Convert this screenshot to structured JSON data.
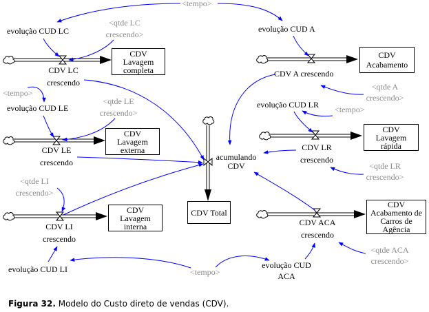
{
  "caption": {
    "label": "Figura 32.",
    "text": " Modelo do Custo direto de vendas (CDV)."
  },
  "colors": {
    "link": "#0000ff",
    "shadow_variable": "#8a8a8a",
    "stock_border": "#000000"
  },
  "stocks": {
    "lc": [
      "CDV",
      "Lavagem",
      "completa"
    ],
    "le": [
      "CDV",
      "Lavagem",
      "externa"
    ],
    "li": [
      "CDV",
      "Lavagem",
      "interna"
    ],
    "a": [
      "CDV",
      "Acabamento"
    ],
    "lr": [
      "CDV",
      "Lavagem",
      "rápida"
    ],
    "aca": [
      "CDV",
      "Acabamento de",
      "Carros de",
      "Agência"
    ],
    "total": [
      "CDV Total"
    ]
  },
  "flows": {
    "lc": [
      "CDV LC",
      "crescendo"
    ],
    "le": [
      "CDV LE",
      "crescendo"
    ],
    "li": [
      "CDV LI",
      "crescendo"
    ],
    "a": [
      "CDV A crescendo"
    ],
    "lr": [
      "CDV LR",
      "crescendo"
    ],
    "aca": [
      "CDV ACA",
      "crescendo"
    ],
    "acc": [
      "acumulando",
      "CDV"
    ]
  },
  "auxiliaries": {
    "evo_lc": "evolução CUD LC",
    "evo_le": "evolução CUD LE",
    "evo_li": "evolução CUD LI",
    "evo_a": "evolução CUD A",
    "evo_lr": "evolução CUD LR",
    "evo_aca": [
      "evolução CUD",
      "ACA"
    ]
  },
  "shadow_variables": {
    "tempo_top": "<tempo>",
    "tempo_le": "<tempo>",
    "tempo_lr": "<tempo>",
    "tempo_bottom": "<tempo>",
    "qtde_lc": [
      "<qtde LC",
      "crescendo>"
    ],
    "qtde_le": [
      "<qtde LE",
      "crescendo>"
    ],
    "qtde_li": [
      "<qtde LI",
      "crescendo>"
    ],
    "qtde_a": [
      "<qtde A",
      "crescendo>"
    ],
    "qtde_lr": [
      "<qtde LR",
      "crescendo>"
    ],
    "qtde_aca": [
      "<qtde ACA",
      "crescendo>"
    ]
  }
}
